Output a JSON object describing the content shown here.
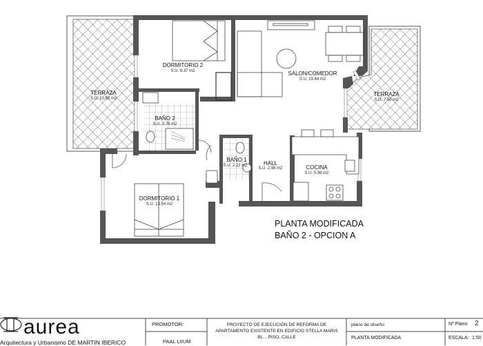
{
  "plan": {
    "title_line1": "PLANTA MODIFICADA",
    "title_line2": "BAÑO 2 - OPCION A",
    "rooms": [
      {
        "id": "dormitorio2",
        "name": "DORMITORIO 2",
        "area": "S.U. 8.37 m2"
      },
      {
        "id": "salon",
        "name": "SALON/COMEDOR",
        "area": "S.U. 19.84 m2"
      },
      {
        "id": "terraza_izq",
        "name": "TERRAZA",
        "area": "S.U. 10.55 m2"
      },
      {
        "id": "terraza_der",
        "name": "TERRAZA",
        "area": "S.U. 7.50 m2"
      },
      {
        "id": "bano2",
        "name": "BAÑO 2",
        "area": "S.U. 3.76 m2"
      },
      {
        "id": "bano1",
        "name": "BAÑO 1",
        "area": "S.U. 2.22 m2"
      },
      {
        "id": "hall",
        "name": "HALL",
        "area": "S.U. 2.98 m2"
      },
      {
        "id": "cocina",
        "name": "COCINA",
        "area": "S.U. 5.98 m2"
      },
      {
        "id": "dormitorio1",
        "name": "DORMITORIO 1",
        "area": "S.U. 13.54 m2"
      }
    ]
  },
  "title_block": {
    "logo": "aurea",
    "logo_subtitle": "Arquitectura y Urbanismo  DE   MARTIN IBERICO",
    "promotor_label": "PROMOTOR:",
    "promotor_value": "PAAL LIIUM",
    "project_line1": "PROYECTO DE EJECUCIÓN DE REFORMA DE",
    "project_line2": "APARTAMENTO EXISTENTE EN EDIFICIO STELLA MARIS",
    "project_line3": "BL. , PISO, CALLE",
    "plan_type_label": "plano de diseño",
    "plan_name": "PLANTA MODIFICADA",
    "plan_number_label": "Nº Plano",
    "plan_number": "2",
    "scale_label": "ESCALA:",
    "scale_value": "1:50"
  }
}
